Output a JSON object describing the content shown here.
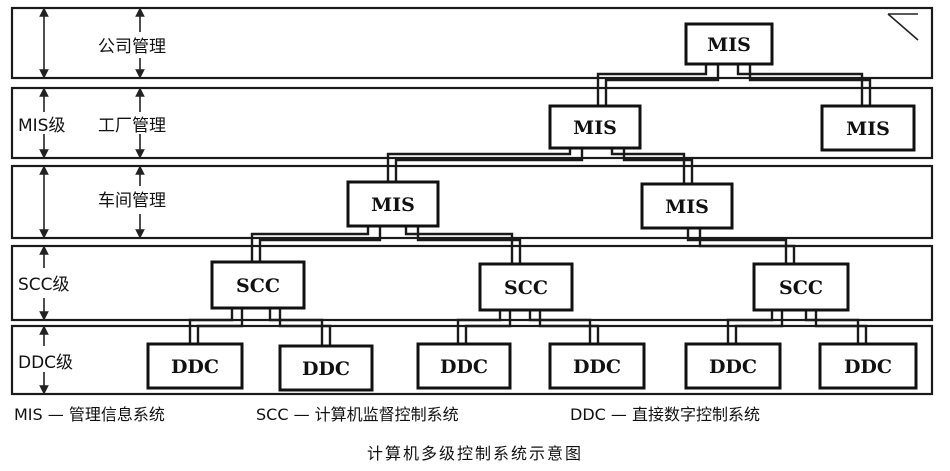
{
  "levels": {
    "company": "公司管理",
    "mis_prefix": "MIS级",
    "factory": "工厂管理",
    "workshop": "车间管理",
    "scc": "SCC级",
    "ddc": "DDC级"
  },
  "nodes": {
    "mis": "MIS",
    "scc": "SCC",
    "ddc": "DDC"
  },
  "legend": {
    "mis": "MIS — 管理信息系统",
    "scc": "SCC — 计算机监督控制系统",
    "ddc": "DDC — 直接数字控制系统"
  },
  "caption": "计算机多级控制系统示意图"
}
